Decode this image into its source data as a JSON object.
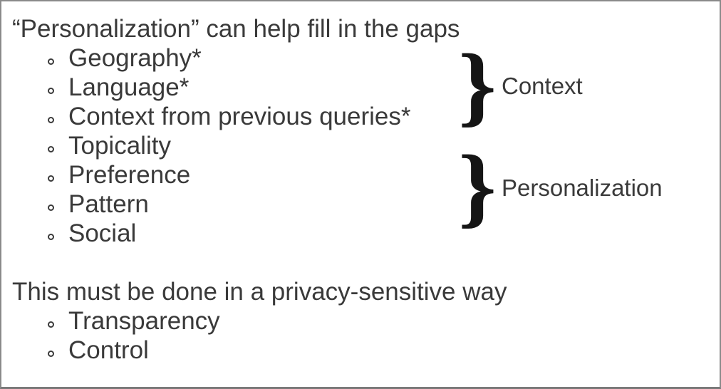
{
  "slide": {
    "heading1": "“Personalization” can help fill in the gaps",
    "bullets1": [
      "Geography*",
      "Language*",
      "Context from previous queries*",
      "Topicality",
      "Preference",
      "Pattern",
      "Social"
    ],
    "annotations": [
      {
        "label": "Context",
        "brace": "}"
      },
      {
        "label": "Personalization",
        "brace": "}"
      }
    ],
    "heading2": "This must be done in a privacy-sensitive way",
    "bullets2": [
      "Transparency",
      "Control"
    ]
  },
  "colors": {
    "text": "#3a3a3a",
    "brace": "#151515",
    "border": "#8a8a8a",
    "border_bottom": "#7a7a7a",
    "bg": "#ffffff"
  }
}
